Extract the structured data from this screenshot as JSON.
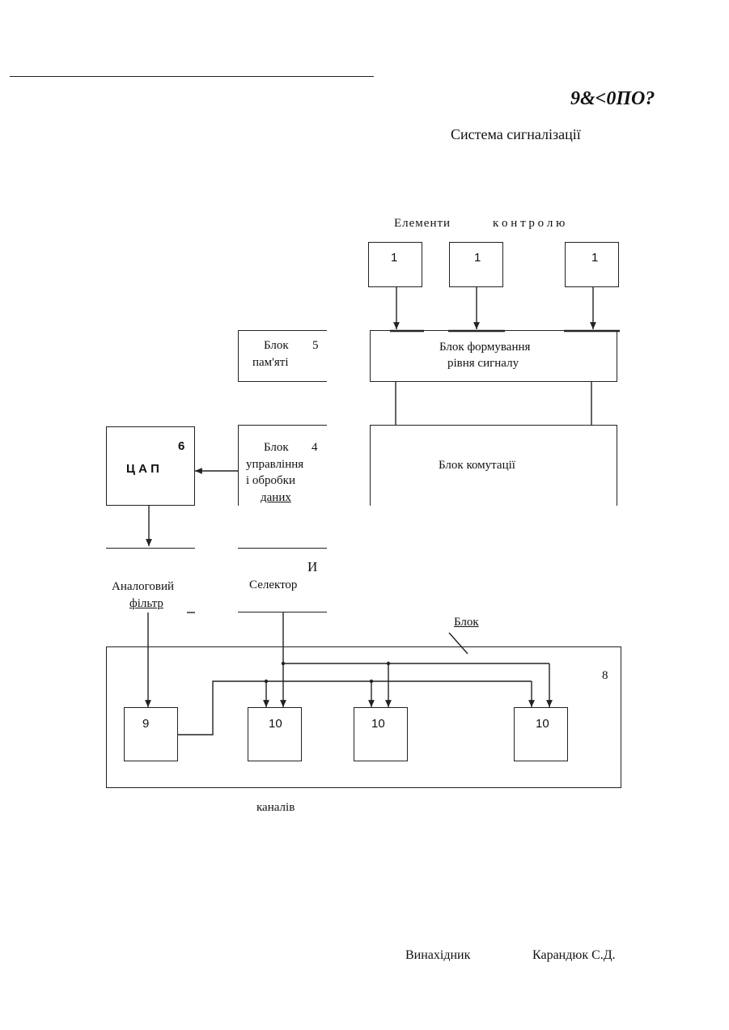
{
  "header": {
    "code": "9&<0ПО?",
    "title": "Система сигналізації"
  },
  "sensors": {
    "label_part1": "Елементи",
    "label_part2": "к о н т р о л ю",
    "items": [
      "1",
      "1",
      "1"
    ]
  },
  "blocks": {
    "memory": {
      "line1": "Блок",
      "num": "5",
      "line2": "пам'яті"
    },
    "level_forming": {
      "line1": "Блок формування",
      "line2": "рівня сигналу"
    },
    "switching": {
      "label": "Блок комутації"
    },
    "control": {
      "line1": "Блок",
      "num": "4",
      "line2": "управління",
      "line3": "і обробки",
      "line4": "даних"
    },
    "dac": {
      "label": "Ц А П",
      "num": "6"
    },
    "filter": {
      "line1": "Аналоговий",
      "line2": "фільтр"
    },
    "selector": {
      "line0": "И",
      "line1": "Селектор"
    },
    "channels": {
      "label_top": "Блок",
      "label_bottom": "каналів",
      "num": "8"
    },
    "unit9": {
      "label": "9"
    },
    "unit10": [
      "10",
      "10",
      "10"
    ]
  },
  "footer": {
    "role": "Винахідник",
    "name": "Карандюк С.Д."
  }
}
